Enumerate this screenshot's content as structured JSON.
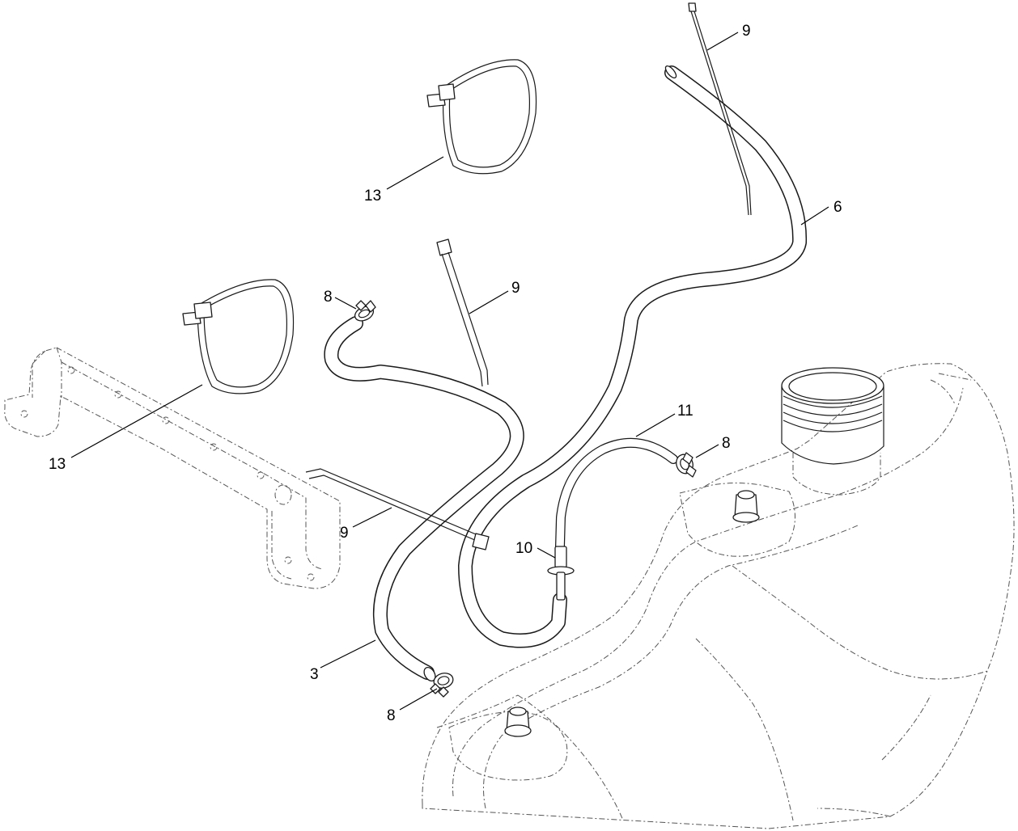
{
  "callouts": {
    "tie_top_right": "9",
    "band_top": "13",
    "hose_6": "6",
    "tie_middle": "9",
    "clamp_top_left": "8",
    "band_left": "13",
    "hose_11": "11",
    "clamp_right": "8",
    "tie_lower": "9",
    "fitting_10": "10",
    "hose_3": "3",
    "clamp_bottom": "8"
  },
  "colors": {
    "line": "#1a1a1a",
    "ghost": "#555555",
    "background": "#ffffff"
  }
}
